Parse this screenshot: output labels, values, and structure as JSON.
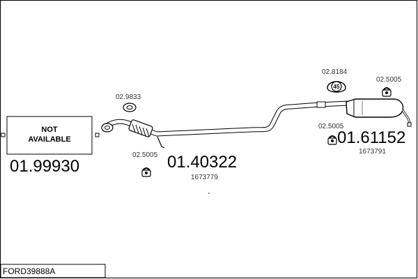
{
  "not_available_box": {
    "line1": "NOT",
    "line2": "AVAILABLE",
    "part_number": "01.99930"
  },
  "front_pipe": {
    "part_number": "01.40322",
    "oem_ref": "1673779"
  },
  "rear_silencer": {
    "part_number": "01.61152",
    "oem_ref": "1673791"
  },
  "fittings": {
    "gasket_front": "02.9833",
    "clamp_front": "02.5005",
    "hanger_rear": "02.8184",
    "hanger_rear_badge": "45",
    "clamp_rear_top": "02.5005",
    "clamp_rear_mid": "02.5005"
  },
  "footer": {
    "label": "FORD39888A"
  }
}
